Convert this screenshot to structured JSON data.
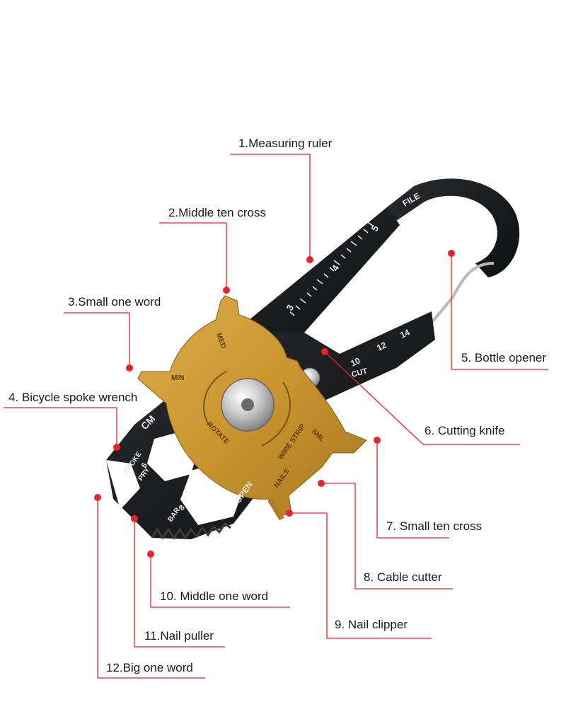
{
  "labels": [
    {
      "id": "l1",
      "text": "1.Measuring ruler"
    },
    {
      "id": "l2",
      "text": "2.Middle ten cross"
    },
    {
      "id": "l3",
      "text": "3.Small  one word"
    },
    {
      "id": "l4",
      "text": "4. Bicycle spoke wrench"
    },
    {
      "id": "l5",
      "text": "5. Bottle opener"
    },
    {
      "id": "l6",
      "text": "6.  Cutting knife"
    },
    {
      "id": "l7",
      "text": "7.   Small ten cross"
    },
    {
      "id": "l8",
      "text": "8.  Cable cutter"
    },
    {
      "id": "l9",
      "text": "9. Nail clipper"
    },
    {
      "id": "l10",
      "text": "10.  Middle one word"
    },
    {
      "id": "l11",
      "text": "11.Nail puller"
    },
    {
      "id": "l12",
      "text": "12.Big one word"
    }
  ],
  "tool_markings": {
    "file": "FILE",
    "ruler_5": "5",
    "ruler_4": "4",
    "ruler_3": "3",
    "cut_10": "10",
    "cut_12": "12",
    "cut_14": "14",
    "cut_word": "CUT",
    "med": "MED",
    "min": "MIN",
    "cm": "CM",
    "rotate": "ROTATE",
    "sml": "SML",
    "wire_strip": "WIRE STRIP",
    "nails": "NAILS",
    "spoke": "SPOKE",
    "six": "6",
    "pry": "PRY",
    "eight": "8",
    "bar": "BAR",
    "open": "OPEN"
  },
  "colors": {
    "leader": "#e8242a",
    "tool_black": "#17181a",
    "tool_gold": "#c9952f",
    "tool_gold_dark": "#9c6f1e",
    "tool_text": "#e6e6e6"
  }
}
